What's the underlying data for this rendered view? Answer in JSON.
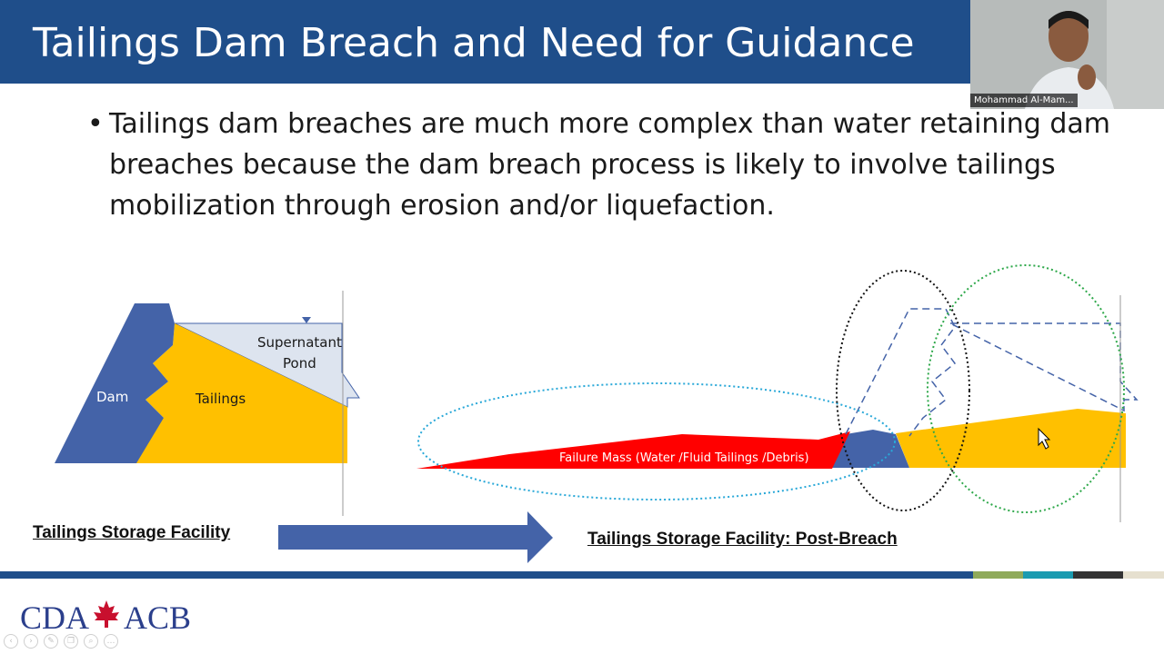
{
  "slide": {
    "title": "Tailings Dam Breach and Need for Guidance",
    "bullet_marker": "•",
    "bullet_text": "Tailings dam breaches are much more complex than water retaining dam breaches because the dam breach process is likely to involve tailings mobilization through erosion and/or liquefaction."
  },
  "diagram": {
    "left": {
      "dam_label": "Dam",
      "tailings_label": "Tailings",
      "pond_label_line1": "Supernatant",
      "pond_label_line2": "Pond",
      "caption": "Tailings Storage Facility"
    },
    "right": {
      "failure_label": "Failure Mass (Water /Fluid Tailings /Debris)",
      "caption": "Tailings Storage Facility: Post-Breach"
    },
    "colors": {
      "dam": "#4463a8",
      "tailings": "#ffc000",
      "pond": "#dde4ef",
      "failure": "#ff0000",
      "arrow": "#4463a8"
    }
  },
  "webcam": {
    "participant_name": "Mohammad Al-Mam..."
  },
  "logo": {
    "left_text": "CDA",
    "right_text": "ACB",
    "icon": "maple-leaf-icon"
  },
  "footer_colors": [
    "#1f4e8a",
    "#8faa5a",
    "#1a9bb0",
    "#333333",
    "#e6e0cf"
  ],
  "toolbar_icons": [
    "prev-icon",
    "next-icon",
    "pen-icon",
    "copy-icon",
    "zoom-icon",
    "menu-icon"
  ]
}
